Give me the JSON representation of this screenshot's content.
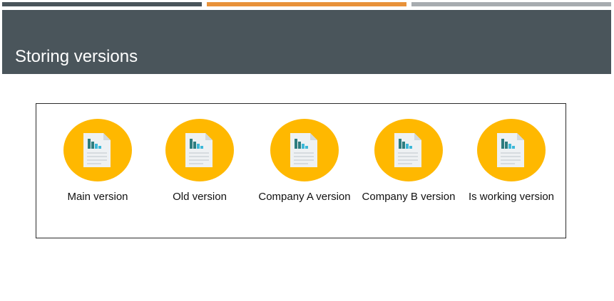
{
  "slide": {
    "title": "Storing versions",
    "colors": {
      "header_bg": "#4a555b",
      "bar_dark": "#4a555b",
      "bar_orange": "#e8923a",
      "bar_gray": "#a7acb0",
      "circle": "#ffb800",
      "doc_paper": "#eef1f3",
      "doc_chart_dark": "#2e7d7f",
      "doc_chart_light": "#3db8d8"
    }
  },
  "versions": [
    {
      "label": "Main version",
      "icon": "document-chart-icon"
    },
    {
      "label": "Old version",
      "icon": "document-chart-icon"
    },
    {
      "label": "Company A version",
      "icon": "document-chart-icon"
    },
    {
      "label": "Company B version",
      "icon": "document-chart-icon"
    },
    {
      "label": "Is working version",
      "icon": "document-chart-icon"
    }
  ]
}
